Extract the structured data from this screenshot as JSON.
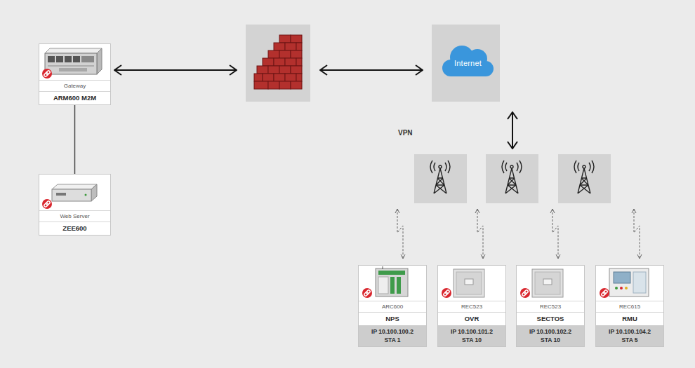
{
  "diagram": {
    "nodes": [
      {
        "text": [
          "Gateway",
          "ARM600 M2M"
        ]
      },
      {
        "text": [
          "Internet"
        ]
      },
      {
        "text": [
          "Web Server",
          "ZEE600"
        ]
      },
      {
        "text": [
          "ARC600",
          "NPS",
          "IP 10.100.100.2",
          "STA 1"
        ]
      },
      {
        "text": [
          "REC523",
          "OVR",
          "IP 10.100.101.2",
          "STA 10"
        ]
      },
      {
        "text": [
          "REC523",
          "SECTOS",
          "IP 10.100.102.2",
          "STA 10"
        ]
      },
      {
        "text": [
          "REC615",
          "RMU",
          "IP 10.100.104.2",
          "STA 5"
        ]
      }
    ],
    "edges": [
      {
        "from": 0,
        "to": 2,
        "arrow": "none"
      }
    ],
    "labels": [
      "VPN"
    ]
  }
}
